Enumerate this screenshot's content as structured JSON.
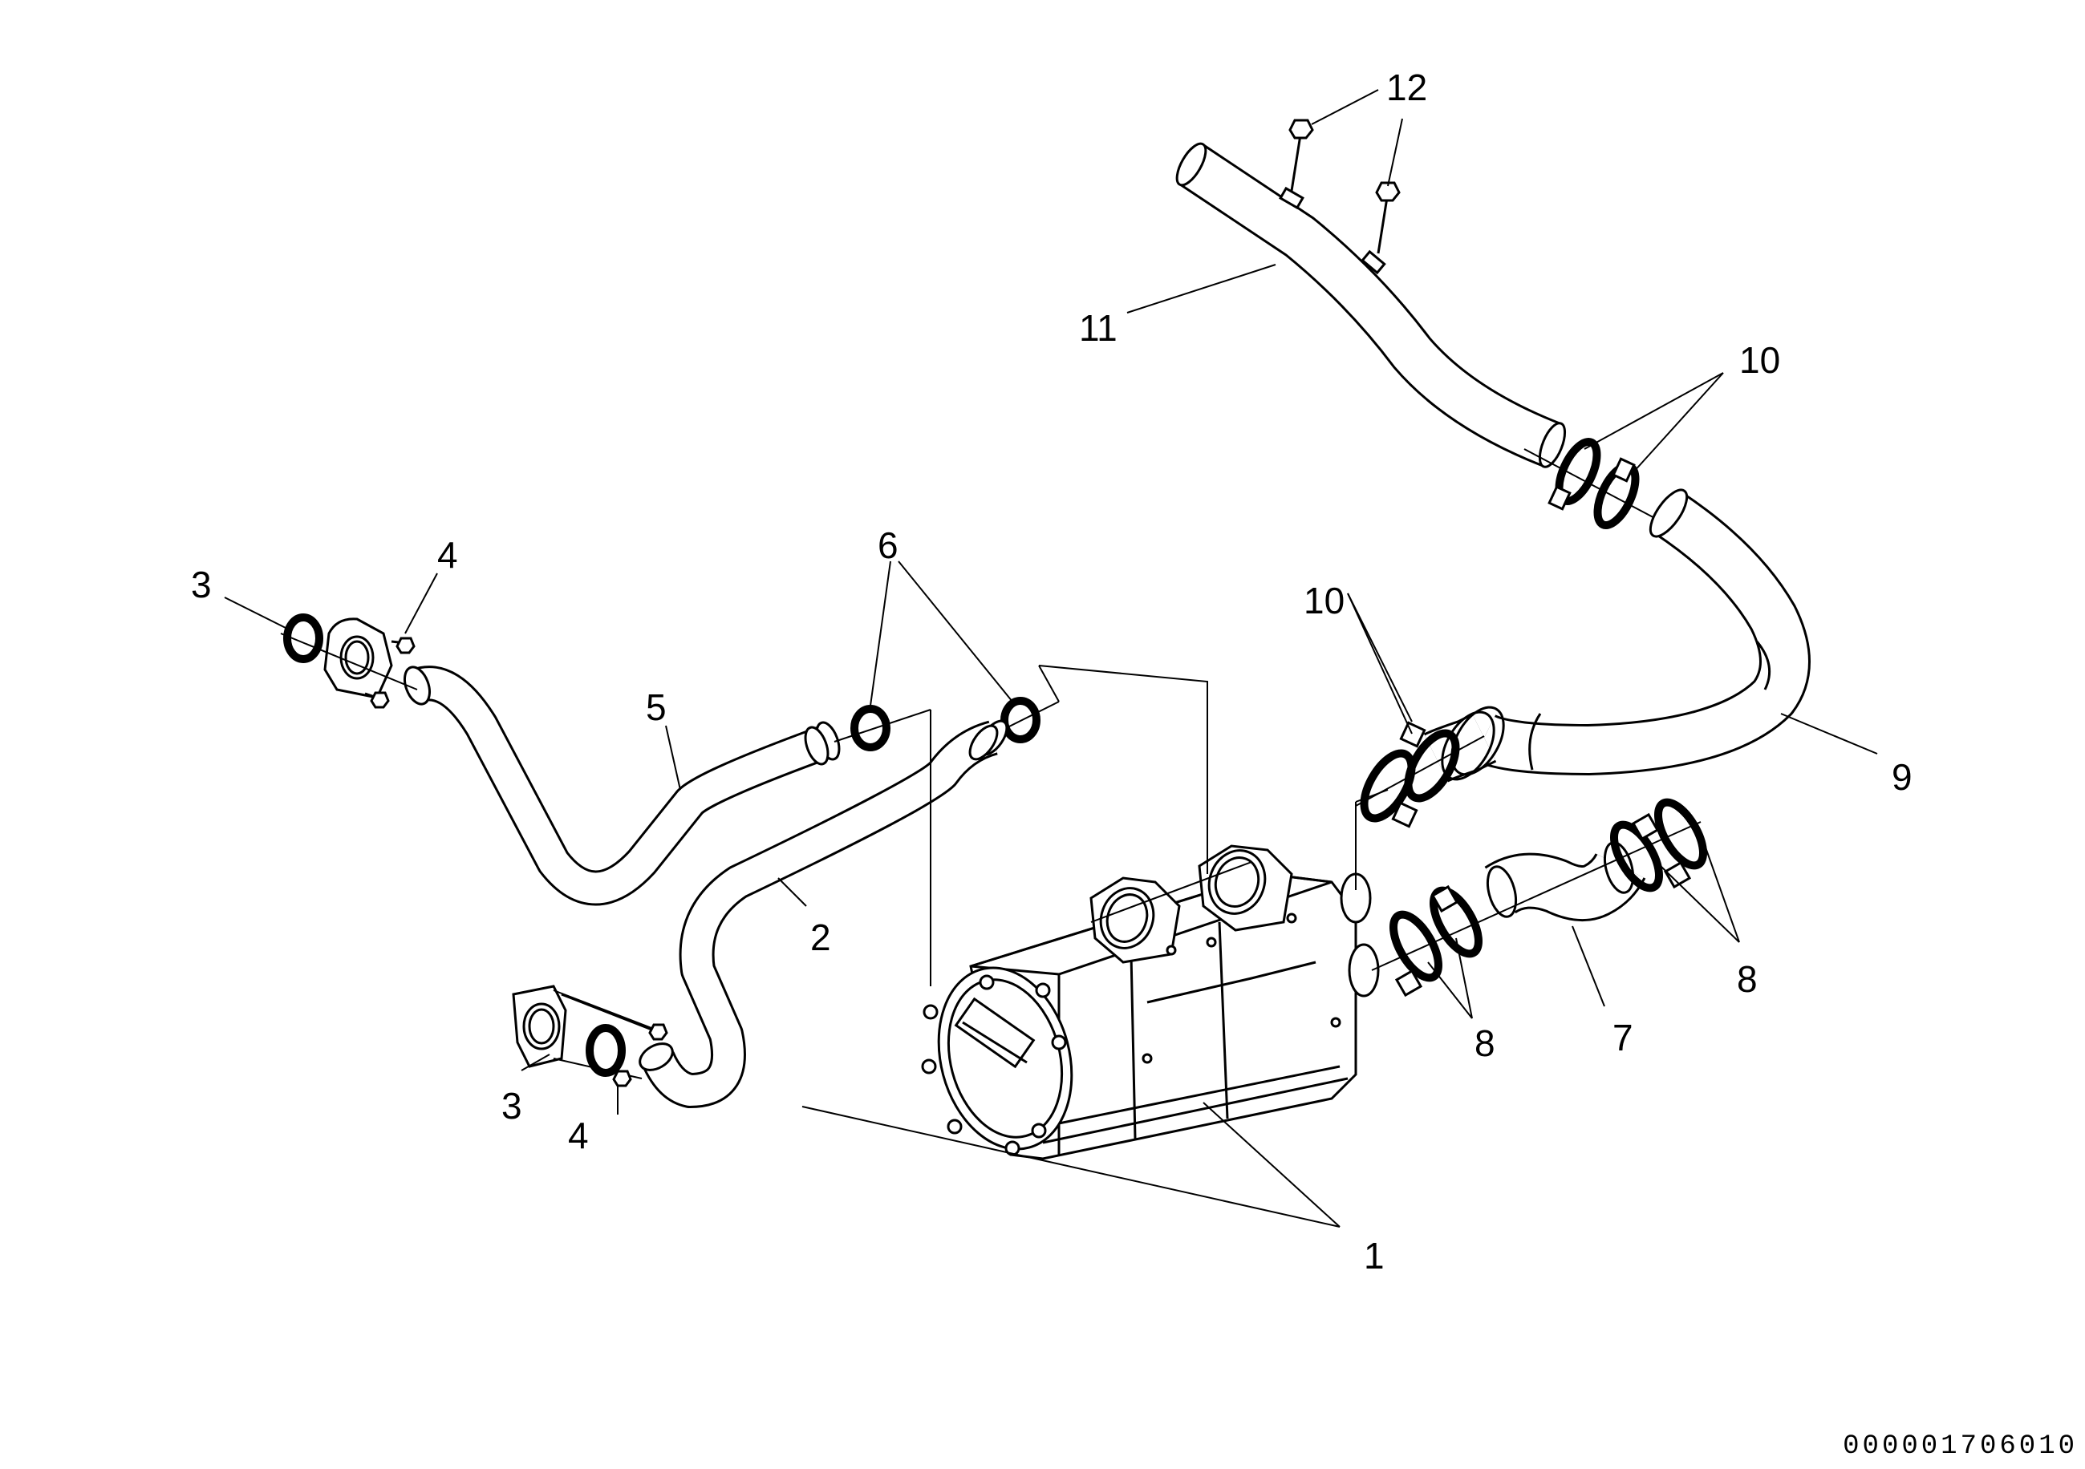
{
  "callouts": {
    "c1": "1",
    "c2": "2",
    "c3a": "3",
    "c3b": "3",
    "c4a": "4",
    "c4b": "4",
    "c5": "5",
    "c6": "6",
    "c7": "7",
    "c8a": "8",
    "c8b": "8",
    "c9": "9",
    "c10a": "10",
    "c10b": "10",
    "c11": "11",
    "c12": "12"
  },
  "document_id": "000001706010"
}
